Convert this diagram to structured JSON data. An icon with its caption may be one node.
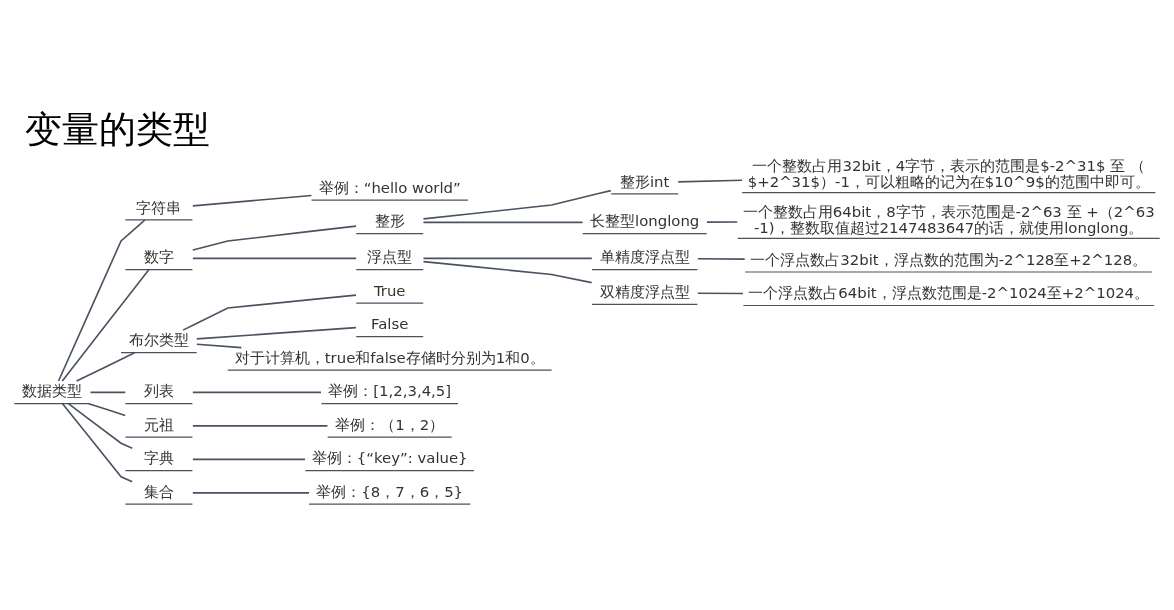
{
  "diagram": {
    "title": "变量的类型",
    "nodes": [
      {
        "text": [
          "数据类型"
        ]
      },
      {
        "text": [
          "字符串"
        ]
      },
      {
        "text": [
          "举例：“hello world”"
        ]
      },
      {
        "text": [
          "数字"
        ]
      },
      {
        "text": [
          "整形"
        ]
      },
      {
        "text": [
          "整形int"
        ]
      },
      {
        "text": [
          "一个整数占用32bit，4字节，表示的范围是$-2^31$ 至 （$+2^31$）-1，可以粗略的记为在$10^9$的范围中即可。"
        ]
      },
      {
        "text": [
          "长整型longlong"
        ]
      },
      {
        "text": [
          "一个整数占用64bit，8字节，表示范围是-2^63 至 +（2^63-1)，整数取值超过2147483647的话，就使用longlong。"
        ]
      },
      {
        "text": [
          "浮点型"
        ]
      },
      {
        "text": [
          "单精度浮点型"
        ]
      },
      {
        "text": [
          "一个浮点数占32bit，浮点数的范围为-2^128至+2^128。"
        ]
      },
      {
        "text": [
          "双精度浮点型"
        ]
      },
      {
        "text": [
          "一个浮点数占64bit，浮点数范围是-2^1024至+2^1024。"
        ]
      },
      {
        "text": [
          "布尔类型"
        ]
      },
      {
        "text": [
          "True"
        ]
      },
      {
        "text": [
          "False"
        ]
      },
      {
        "text": [
          "对于计算机，true和false存储时分别为1和0。"
        ]
      },
      {
        "text": [
          "列表"
        ]
      },
      {
        "text": [
          "举例：[1,2,3,4,5]"
        ]
      },
      {
        "text": [
          "元祖"
        ]
      },
      {
        "text": [
          "举例：（1，2）"
        ]
      },
      {
        "text": [
          "字典"
        ]
      },
      {
        "text": [
          "举例：{“key”: value}"
        ]
      },
      {
        "text": [
          "集合"
        ]
      },
      {
        "text": [
          "举例：{8，7，6，5}"
        ]
      }
    ],
    "edges": [
      {
        "from": 0,
        "to": 1,
        "arrow": "none"
      },
      {
        "from": 1,
        "to": 2,
        "arrow": "none"
      },
      {
        "from": 0,
        "to": 3,
        "arrow": "none"
      },
      {
        "from": 3,
        "to": 4,
        "arrow": "none"
      },
      {
        "from": 4,
        "to": 5,
        "arrow": "none"
      },
      {
        "from": 5,
        "to": 6,
        "arrow": "none"
      },
      {
        "from": 4,
        "to": 7,
        "arrow": "none"
      },
      {
        "from": 7,
        "to": 8,
        "arrow": "none"
      },
      {
        "from": 3,
        "to": 9,
        "arrow": "none"
      },
      {
        "from": 9,
        "to": 10,
        "arrow": "none"
      },
      {
        "from": 10,
        "to": 11,
        "arrow": "none"
      },
      {
        "from": 9,
        "to": 12,
        "arrow": "none"
      },
      {
        "from": 12,
        "to": 13,
        "arrow": "none"
      },
      {
        "from": 0,
        "to": 14,
        "arrow": "none"
      },
      {
        "from": 14,
        "to": 15,
        "arrow": "none"
      },
      {
        "from": 14,
        "to": 16,
        "arrow": "none"
      },
      {
        "from": 14,
        "to": 17,
        "arrow": "none"
      },
      {
        "from": 0,
        "to": 18,
        "arrow": "none"
      },
      {
        "from": 18,
        "to": 19,
        "arrow": "none"
      },
      {
        "from": 0,
        "to": 20,
        "arrow": "none"
      },
      {
        "from": 20,
        "to": 21,
        "arrow": "none"
      },
      {
        "from": 0,
        "to": 22,
        "arrow": "none"
      },
      {
        "from": 22,
        "to": 23,
        "arrow": "none"
      },
      {
        "from": 0,
        "to": 24,
        "arrow": "none"
      },
      {
        "from": 24,
        "to": 25,
        "arrow": "none"
      }
    ]
  }
}
